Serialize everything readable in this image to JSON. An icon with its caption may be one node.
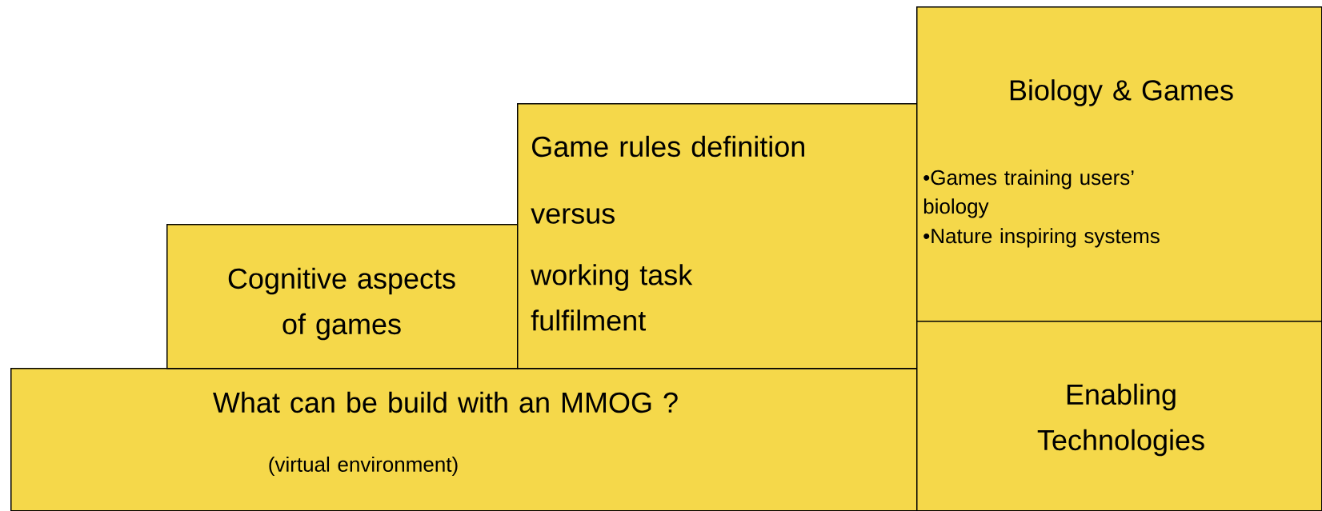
{
  "diagram": {
    "nodes": [
      {
        "text": [
          "What can be build with an MMOG ?",
          "(virtual environment)"
        ]
      },
      {
        "text": [
          "Cognitive aspects of games"
        ]
      },
      {
        "text": [
          "Game rules definition",
          "versus",
          "working task fulfilment"
        ]
      },
      {
        "text": [
          "Biology & Games",
          "•Games training users’ biology",
          "•Nature inspiring systems"
        ]
      },
      {
        "text": [
          "Enabling Technologies"
        ]
      }
    ]
  }
}
